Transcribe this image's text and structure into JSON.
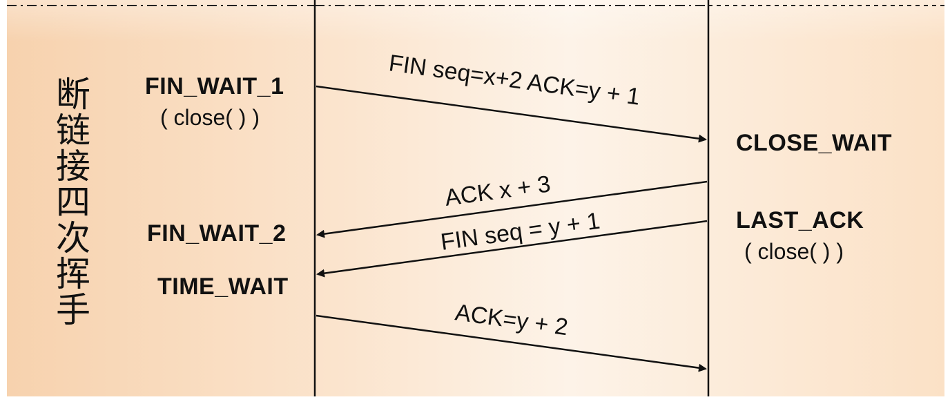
{
  "title": "断链接四次挥手",
  "client_states": {
    "fin_wait_1": "FIN_WAIT_1",
    "fin_wait_1_note": "( close( ) )",
    "fin_wait_2": "FIN_WAIT_2",
    "time_wait": "TIME_WAIT"
  },
  "server_states": {
    "close_wait": "CLOSE_WAIT",
    "last_ack": "LAST_ACK",
    "last_ack_note": "( close( ) )"
  },
  "messages": [
    {
      "label": "FIN seq=x+2 ACK=y + 1",
      "direction": "client-to-server"
    },
    {
      "label": "ACK x + 3",
      "direction": "server-to-client"
    },
    {
      "label": "FIN seq = y + 1",
      "direction": "server-to-client"
    },
    {
      "label": "ACK=y + 2",
      "direction": "client-to-server"
    }
  ]
}
